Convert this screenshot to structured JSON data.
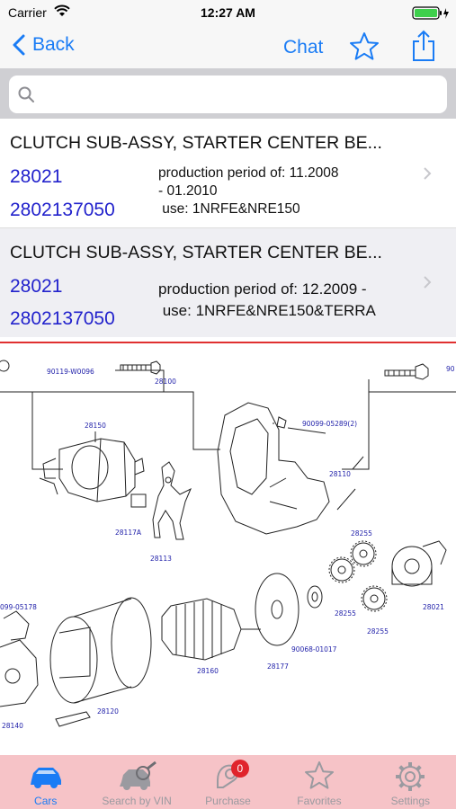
{
  "status": {
    "carrier": "Carrier",
    "time": "12:27 AM"
  },
  "nav": {
    "back_label": "Back",
    "chat_label": "Chat"
  },
  "search": {
    "placeholder": "",
    "value": ""
  },
  "rows": [
    {
      "title": "CLUTCH SUB-ASSY, STARTER CENTER BE...",
      "code1": "28021",
      "code2": "2802137050",
      "info1": "production period of: 11.2008",
      "info2": "- 01.2010",
      "info3": " use: 1NRFE&NRE150"
    },
    {
      "title": "CLUTCH SUB-ASSY, STARTER CENTER BE...",
      "code1": "28021",
      "code2": "2802137050",
      "info1": "production period of: 12.2009 -",
      "info2": " use: 1NRFE&NRE150&TERRA"
    }
  ],
  "diagram_labels": {
    "l1": "90119-W0096",
    "l2": "28100",
    "l3": "28150",
    "l4": "28117A",
    "l5": "28113",
    "l6": "90099-05289(2)",
    "l7": "28110",
    "l8": "28255",
    "l9": "28255",
    "l10": "28255",
    "l11": "28021",
    "l12": "90068-01017",
    "l13": "28177",
    "l14": "28160",
    "l15": "28120",
    "l16": "28140",
    "l17": "099-05178",
    "l18": "90"
  },
  "tabs": [
    {
      "label": "Cars",
      "icon": "car-icon",
      "active": true
    },
    {
      "label": "Search by VIN",
      "icon": "vin-icon",
      "active": false
    },
    {
      "label": "Purchase",
      "icon": "purchase-icon",
      "active": false,
      "badge": "0"
    },
    {
      "label": "Favorites",
      "icon": "star-icon",
      "active": false
    },
    {
      "label": "Settings",
      "icon": "gear-icon",
      "active": false
    }
  ],
  "colors": {
    "accent": "#1a7cf5",
    "code": "#2222cc",
    "tabbar": "#f6c3c7",
    "badge": "#e0242c"
  }
}
